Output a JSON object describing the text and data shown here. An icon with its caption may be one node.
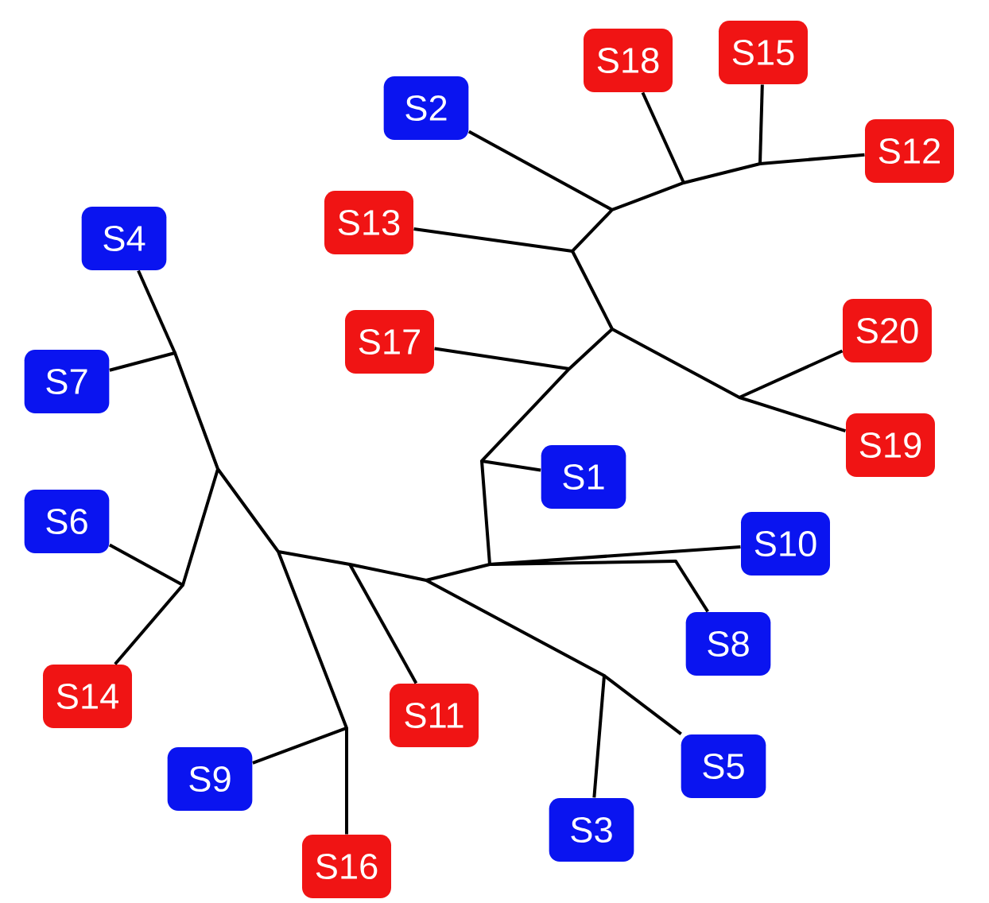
{
  "diagram": {
    "nodes": [
      {
        "text": [
          "S15"
        ]
      },
      {
        "text": [
          "S18"
        ]
      },
      {
        "text": [
          "S2"
        ]
      },
      {
        "text": [
          "S12"
        ]
      },
      {
        "text": [
          "S13"
        ]
      },
      {
        "text": [
          "S4"
        ]
      },
      {
        "text": [
          "S20"
        ]
      },
      {
        "text": [
          "S17"
        ]
      },
      {
        "text": [
          "S7"
        ]
      },
      {
        "text": [
          "S19"
        ]
      },
      {
        "text": [
          "S1"
        ]
      },
      {
        "text": [
          "S6"
        ]
      },
      {
        "text": [
          "S10"
        ]
      },
      {
        "text": [
          "S8"
        ]
      },
      {
        "text": [
          "S14"
        ]
      },
      {
        "text": [
          "S11"
        ]
      },
      {
        "text": [
          "S5"
        ]
      },
      {
        "text": [
          "S9"
        ]
      },
      {
        "text": [
          "S3"
        ]
      },
      {
        "text": [
          "S16"
        ]
      }
    ],
    "edges": [
      {
        "from": 0,
        "to": null,
        "arrow": "none"
      },
      {
        "from": 1,
        "to": null,
        "arrow": "none"
      },
      {
        "from": 2,
        "to": null,
        "arrow": "none"
      },
      {
        "from": 3,
        "to": null,
        "arrow": "none"
      },
      {
        "from": 4,
        "to": null,
        "arrow": "none"
      },
      {
        "from": 5,
        "to": null,
        "arrow": "none"
      },
      {
        "from": 6,
        "to": null,
        "arrow": "none"
      },
      {
        "from": 7,
        "to": null,
        "arrow": "none"
      },
      {
        "from": 8,
        "to": null,
        "arrow": "none"
      },
      {
        "from": 9,
        "to": null,
        "arrow": "none"
      },
      {
        "from": 10,
        "to": null,
        "arrow": "none"
      },
      {
        "from": 11,
        "to": null,
        "arrow": "none"
      },
      {
        "from": 12,
        "to": null,
        "arrow": "none"
      },
      {
        "from": 13,
        "to": null,
        "arrow": "none"
      },
      {
        "from": 14,
        "to": null,
        "arrow": "none"
      },
      {
        "from": 15,
        "to": null,
        "arrow": "none"
      },
      {
        "from": 16,
        "to": null,
        "arrow": "none"
      },
      {
        "from": 17,
        "to": null,
        "arrow": "none"
      },
      {
        "from": 18,
        "to": null,
        "arrow": "none"
      },
      {
        "from": 19,
        "to": null,
        "arrow": "none"
      }
    ]
  }
}
